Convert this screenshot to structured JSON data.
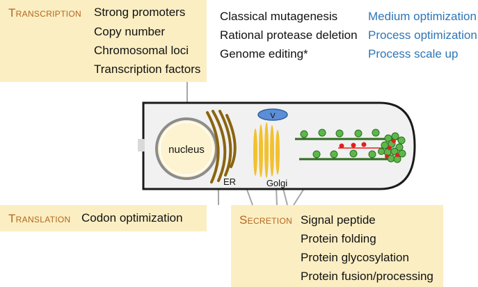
{
  "transcription": {
    "title": "Transcription",
    "items": [
      "Strong promoters",
      "Copy number",
      "Chromosomal loci",
      "Transcription factors"
    ]
  },
  "translation": {
    "title": "Translation",
    "items": [
      "Codon optimization"
    ]
  },
  "secretion": {
    "title": "Secretion",
    "items": [
      "Signal peptide",
      "Protein folding",
      "Protein glycosylation",
      "Protein fusion/processing"
    ]
  },
  "strategies": {
    "left": [
      "Classical mutagenesis",
      "Rational protease deletion",
      "Genome editing*"
    ],
    "right": [
      "Medium optimization",
      "Process optimization",
      "Process scale up"
    ]
  },
  "cell_labels": {
    "nucleus": "nucleus",
    "er": "ER",
    "golgi": "Golgi",
    "vesicle": "V"
  },
  "colors": {
    "box_fill": "#fbeec3",
    "box_title": "#b3661c",
    "blue_text": "#2e75b6",
    "er": "#8a6410",
    "golgi": "#f2c12e",
    "microtubule": "#2e6b1f",
    "green_dot": "#5cb84a",
    "red_dot": "#e02020",
    "vesicle": "#5b8ed6"
  }
}
